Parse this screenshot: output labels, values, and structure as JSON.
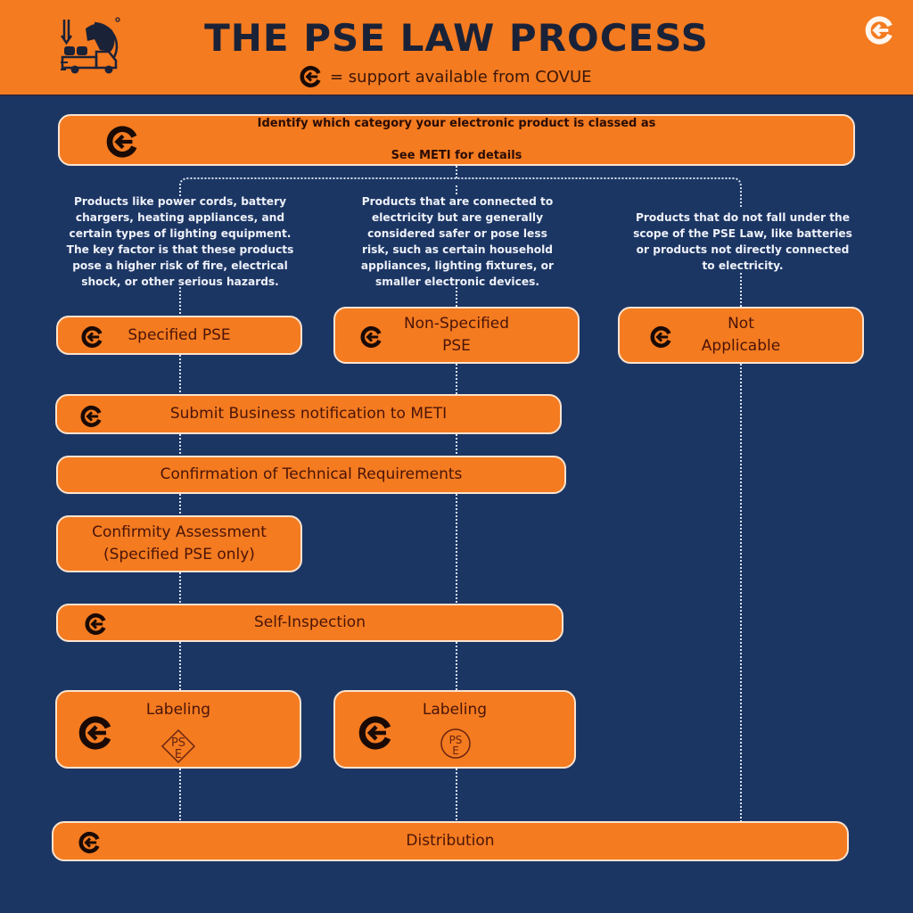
{
  "header": {
    "title": "THE PSE LAW PROCESS",
    "legend_text": "= support available from COVUE",
    "legend_icon": "covue-e-icon",
    "left_icon": "global-shipping-truck-icon",
    "right_icon": "covue-logo-icon"
  },
  "colors": {
    "background": "#1c3664",
    "header": "#f47b20",
    "box_fill": "#f47b20",
    "box_border": "#fbe3cf",
    "box_text": "#4a1408",
    "title_text": "#1a2238",
    "description_text": "#eef1f8",
    "connector": "#d8e2f2"
  },
  "flow": {
    "start": {
      "line1": "Identify which category your electronic product is classed as",
      "line2": "See METI for details",
      "covue_support": true
    },
    "descriptions": {
      "specified": "Products like power cords, battery chargers, heating appliances, and certain types of lighting equipment. The key factor is that these products pose a higher risk of fire, electrical shock, or other serious hazards.",
      "non_specified": "Products that are connected to electricity but are generally considered safer or pose less risk, such as certain household appliances, lighting fixtures, or smaller electronic devices.",
      "not_applicable": "Products that do not fall under the scope of the PSE Law, like batteries or products not directly connected to electricity."
    },
    "categories": {
      "specified": {
        "label": "Specified PSE",
        "covue_support": true
      },
      "non_specified": {
        "label": "Non-Specified\nPSE",
        "covue_support": true
      },
      "not_applicable": {
        "label": "Not\nApplicable",
        "covue_support": true
      }
    },
    "steps": {
      "business_notification": {
        "label": "Submit Business notification to METI",
        "covue_support": true
      },
      "technical_requirements": {
        "label": "Confirmation of Technical Requirements",
        "covue_support": false
      },
      "conformity_assessment": {
        "label": "Confirmity Assessment\n(Specified PSE only)",
        "covue_support": false
      },
      "self_inspection": {
        "label": "Self-Inspection",
        "covue_support": true
      },
      "labeling_specified": {
        "label": "Labeling",
        "mark": "PSE",
        "mark_shape": "diamond",
        "covue_support": true
      },
      "labeling_non_specified": {
        "label": "Labeling",
        "mark": "PSE",
        "mark_shape": "circle",
        "covue_support": true
      },
      "distribution": {
        "label": "Distribution",
        "covue_support": true
      }
    }
  }
}
